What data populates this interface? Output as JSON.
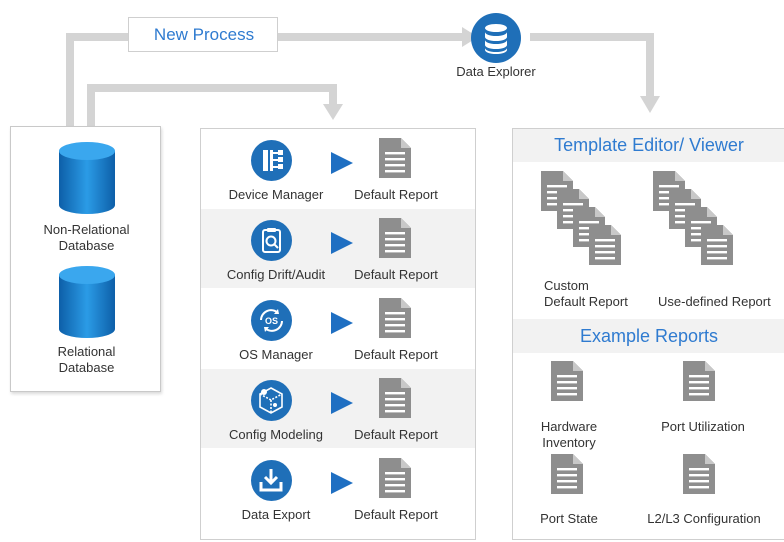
{
  "new_process": "New Process",
  "data_explorer": "Data Explorer",
  "databases": [
    {
      "label": "Non-Relational\nDatabase"
    },
    {
      "label": "Relational\nDatabase"
    }
  ],
  "apps": [
    {
      "name": "Device Manager",
      "icon": "device-tree-icon",
      "report": "Default Report"
    },
    {
      "name": "Config Drift/Audit",
      "icon": "clipboard-search-icon",
      "report": "Default Report"
    },
    {
      "name": "OS Manager",
      "icon": "os-refresh-icon",
      "report": "Default Report"
    },
    {
      "name": "Config Modeling",
      "icon": "cube-model-icon",
      "report": "Default Report"
    },
    {
      "name": "Data Export",
      "icon": "download-tray-icon",
      "report": "Default Report"
    }
  ],
  "template_editor": {
    "title": "Template Editor/ Viewer",
    "custom": "Custom\nDefault Report",
    "user_defined": "Use-defined Report"
  },
  "example_reports": {
    "title": "Example Reports",
    "items": [
      {
        "label": "Hardware\nInventory"
      },
      {
        "label": "Port Utilization"
      },
      {
        "label": "Port State"
      },
      {
        "label": "L2/L3 Configuration"
      }
    ]
  },
  "colors": {
    "accent": "#2f7bd0",
    "icon_bg": "#1f6fb8",
    "connector": "#d4d4d4",
    "doc": "#8e8e8e"
  }
}
